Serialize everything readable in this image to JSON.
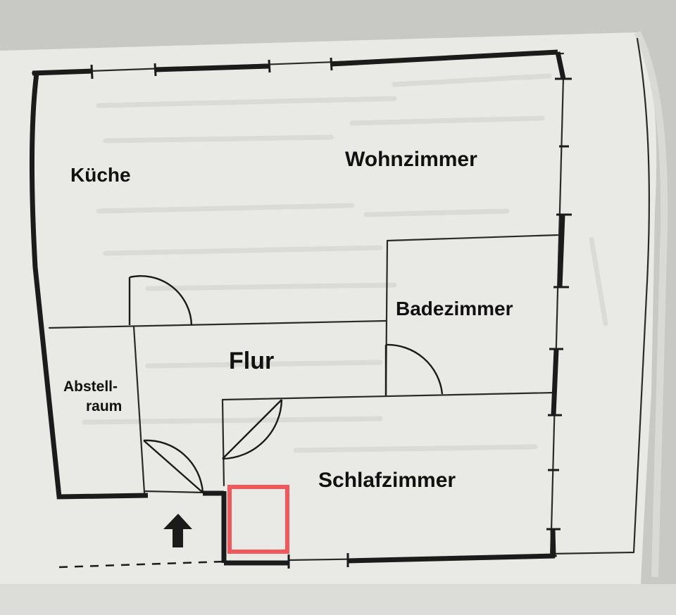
{
  "rooms": {
    "kitchen": "Küche",
    "living": "Wohnzimmer",
    "bathroom": "Badezimmer",
    "hallway": "Flur",
    "storage_line1": "Abstell-",
    "storage_line2": "raum",
    "bedroom": "Schlafzimmer"
  },
  "colors": {
    "paper": "#e9e9e5",
    "wall": "#1b1b1b",
    "marker": "#f2585b"
  },
  "icons": {
    "entrance": "up-arrow-icon"
  }
}
